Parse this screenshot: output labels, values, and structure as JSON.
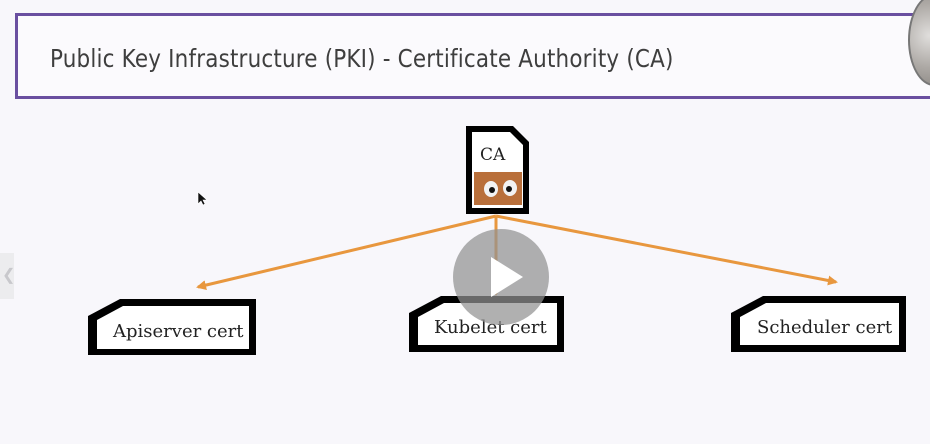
{
  "slide": {
    "title": "Public Key Infrastructure (PKI) - Certificate Authority (CA)"
  },
  "diagram": {
    "root": {
      "label": "CA"
    },
    "children": [
      {
        "label": "Apiserver cert"
      },
      {
        "label": "Kubelet cert"
      },
      {
        "label": "Scheduler cert"
      }
    ],
    "arrow_color": "#e8973e"
  },
  "player": {
    "play_icon": "play-icon"
  },
  "icons": {
    "cursor": "mouse-cursor-icon",
    "presenter": "presenter-avatar",
    "nav": "chevron-left-icon"
  }
}
